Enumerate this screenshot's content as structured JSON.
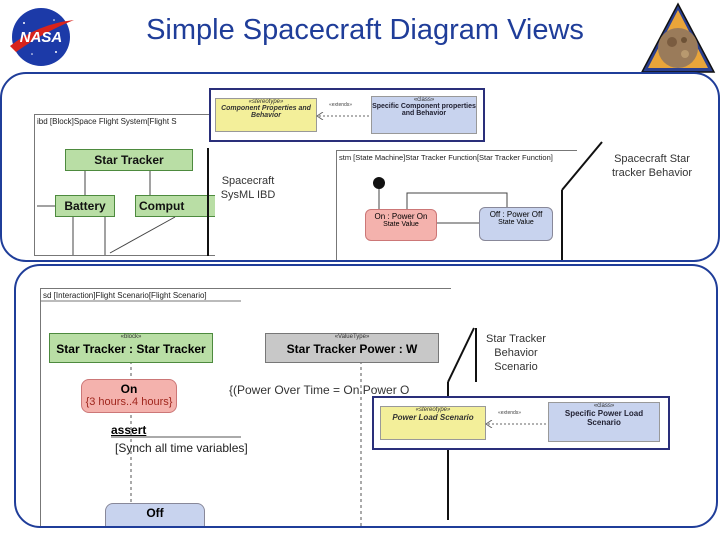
{
  "title": "Simple Spacecraft Diagram Views",
  "logos": {
    "left": "NASA",
    "right": ""
  },
  "top_panel": {
    "ibd": {
      "frame_label": "ibd [Block]Space Flight System[Flight S",
      "star_tracker": "Star Tracker",
      "battery": "Battery",
      "computer": "Comput"
    },
    "profile_box": {
      "left_stereo": "«stereotype»",
      "left_label": "Component Properties and Behavior",
      "connector": "«extends»",
      "right_stereo": "«class»",
      "right_label": "Specific Component properties and Behavior"
    },
    "stm": {
      "frame_label": "stm [State Machine]Star Tracker Function[Star Tracker Function]",
      "on_state": "On : Power On",
      "on_value": "State Value",
      "off_state": "Off : Power Off",
      "off_value": "State Value"
    },
    "annotation_ibd": "Spacecraft SysML IBD",
    "annotation_stm": "Spacecraft Star tracker Behavior"
  },
  "bottom_panel": {
    "sd": {
      "frame_label": "sd [Interaction]Flight Scenario[Flight Scenario]",
      "lifeline1_stereo": "«block»",
      "lifeline1": "Star Tracker : Star Tracker",
      "lifeline2_stereo": "«ValueType»",
      "lifeline2": "Star Tracker Power : W",
      "on_state": "On",
      "on_duration": "{3 hours..4 hours}",
      "constraint": "{(Power Over Time = On.Power O",
      "assert": "assert",
      "synch": "[Synch all time variables]",
      "off_state": "Off"
    },
    "profile_box": {
      "left_stereo": "«stereotype»",
      "left_label": "Power Load Scenario",
      "connector": "«extends»",
      "right_stereo": "«class»",
      "right_label": "Specific Power Load Scenario"
    },
    "annotation": "Star Tracker Behavior Scenario"
  },
  "colors": {
    "title": "#1f3d99",
    "panel_border": "#1f3d99",
    "block_green": "#b9dea5",
    "state_red": "#f4b2ad",
    "state_blue": "#c8d3ee",
    "profile_yellow": "#f3ef9a"
  }
}
